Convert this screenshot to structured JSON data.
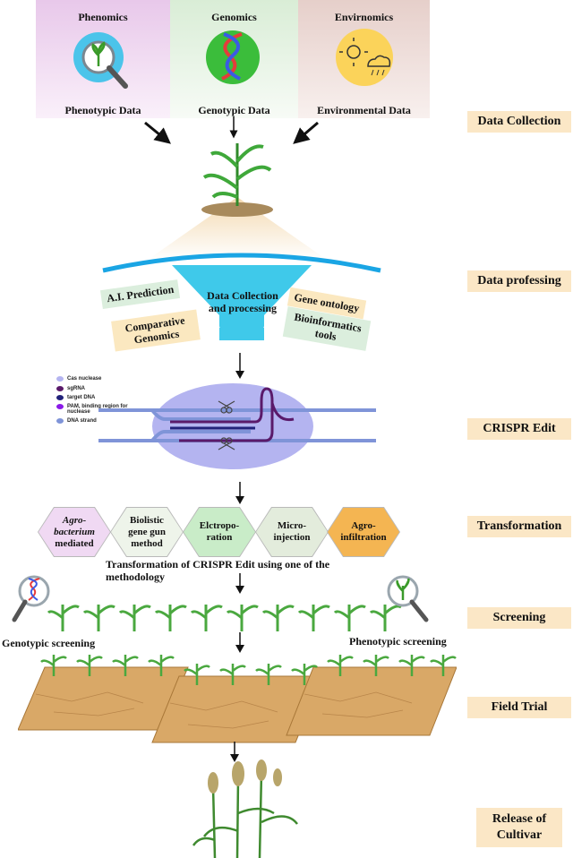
{
  "data_collection": {
    "panels": [
      {
        "title": "Phenomics",
        "caption": "Phenotypic Data",
        "bg": "#efd6ef"
      },
      {
        "title": "Genomics",
        "caption": "Genotypic Data",
        "bg": "#e4f1e2"
      },
      {
        "title": "Envirnomics",
        "caption": "Environmental Data",
        "bg": "#ebdbd7"
      }
    ]
  },
  "steps": [
    "Data Collection",
    "Data professing",
    "CRISPR Edit",
    "Transformation",
    "Screening",
    "Field Trial",
    "Release of Cultivar"
  ],
  "processing": {
    "funnel_label": "Data Collection and processing",
    "tags": [
      "A.I. Prediction",
      "Comparative Genomics",
      "Gene ontology",
      "Bioinformatics tools"
    ]
  },
  "crispr_legend": [
    "Cas nuclease",
    "sgRNA",
    "target DNA",
    "PAM, binding region for nuclease",
    "DNA strand"
  ],
  "transformation": {
    "methods": [
      {
        "label": "Agro-bacterium mediated",
        "line1": "Agro-",
        "line2": "bacterium",
        "line3": "mediated",
        "bg": "#f0d9f3"
      },
      {
        "label": "Biolistic gene gun method",
        "line1": "Biolistic",
        "line2": "gene gun",
        "line3": "method",
        "bg": "#eef4ea"
      },
      {
        "label": "Elctropo-ration",
        "line1": "Elctropo-",
        "line2": "ration",
        "bg": "#c9ecc8"
      },
      {
        "label": "Micro-injection",
        "line1": "Micro-",
        "line2": "injection",
        "bg": "#e3ecdc"
      },
      {
        "label": "Agro-infiltration",
        "line1": "Agro-",
        "line2": "infiltration",
        "bg": "#f4b552"
      }
    ],
    "caption_line1": "Transformation of CRISPR Edit using one of the",
    "caption_line2": "methodology"
  },
  "screening": {
    "left_caption": "Genotypic screening",
    "right_caption": "Phenotypic screening"
  },
  "colors": {
    "step_bg": "#fbe7c6",
    "funnel": "#3fc9ea",
    "arc": "#1aa5e4",
    "cas": "#b4b4f0"
  }
}
